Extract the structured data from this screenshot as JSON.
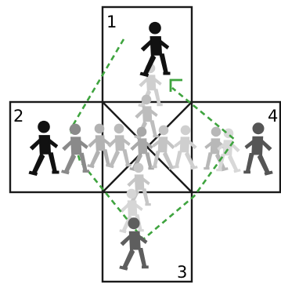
{
  "diagram": {
    "labels": {
      "top": "1",
      "left": "2",
      "bottom": "3",
      "right": "4"
    },
    "colors": {
      "outline": "#1a1a1a",
      "path": "#3fa43f",
      "arrow": "#3fa43f",
      "figure_solid": "#111111",
      "figure_mid": "#5e5e5e",
      "figure_light": "#a8a8a8",
      "figure_faint": "#cfcfcf"
    },
    "icons": {
      "walker": "walking-person-icon",
      "path": "dashed-route",
      "arrow": "direction-arrow-icon"
    }
  }
}
